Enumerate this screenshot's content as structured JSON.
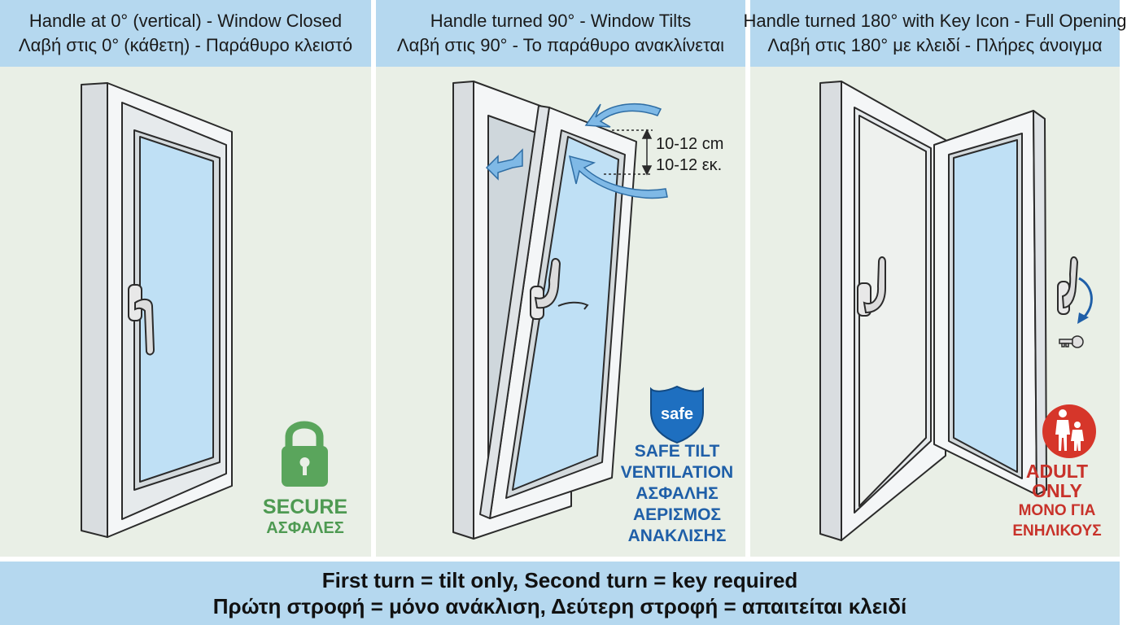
{
  "panels": [
    {
      "title_en": "Handle at 0° (vertical) - Window Closed",
      "title_gr": "Λαβή στις 0° (κάθετη) - Παράθυρο κλειστό",
      "badge_line1": "SECURE",
      "badge_line2": "ΑΣΦΑΛΕΣ",
      "badge_color": "#4e9a52"
    },
    {
      "title_en": "Handle turned 90° - Window Tilts",
      "title_gr": "Λαβή στις 90° - Το παράθυρο ανακλίνεται",
      "shield_text": "safe",
      "gap_label_1": "10-12 cm",
      "gap_label_2": "10-12 εκ.",
      "badge_line1": "SAFE TILT",
      "badge_line2": "VENTILATION",
      "badge_line3": "ΑΣΦΑΛΗΣ",
      "badge_line4": "ΑΕΡΙΣΜΟΣ",
      "badge_line5": "ΑΝΑΚΛΙΣΗΣ",
      "badge_color": "#1f5fa8"
    },
    {
      "title_en": "Handle turned 180° with Key Icon - Full Opening",
      "title_gr": "Λαβή στις 180° με κλειδί - Πλήρες άνοιγμα",
      "badge_line1": "ADULT",
      "badge_line2": "ONLY",
      "badge_line3": "ΜΟΝΟ ΓΙΑ",
      "badge_line4": "ΕΝΗΛΙΚΟΥΣ",
      "badge_color": "#c8322a"
    }
  ],
  "footer": {
    "line_en": "First turn = tilt only, Second turn = key required",
    "line_gr": "Πρώτη στροφή = μόνο ανάκλιση, Δεύτερη στροφή = απαιτείται κλειδί"
  },
  "colors": {
    "header_bg": "#b5d8ef",
    "panel_bg": "#e9efe6",
    "glass": "#bfe0f5",
    "frame": "#f4f6f7",
    "outline": "#2b2b2b"
  },
  "icons": [
    "padlock-icon",
    "shield-icon",
    "airflow-arrow-icon",
    "rotation-arrow-icon",
    "key-icon",
    "adult-child-icon"
  ]
}
